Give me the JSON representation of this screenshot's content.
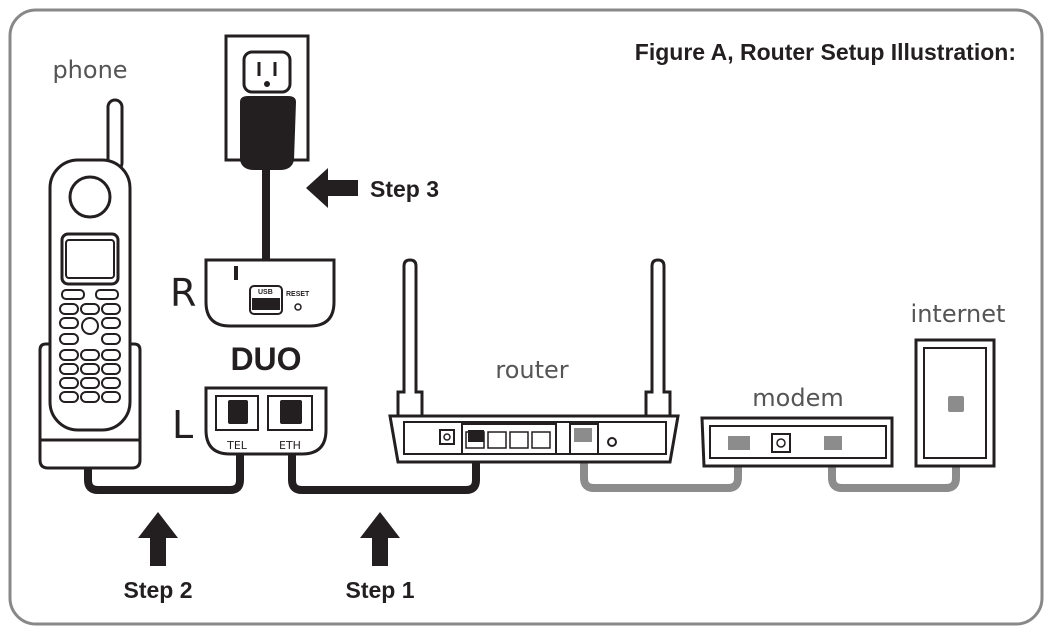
{
  "figure": {
    "title": "Figure A, Router Setup Illustration:"
  },
  "labels": {
    "phone": "phone",
    "router": "router",
    "modem": "modem",
    "internet": "internet",
    "duo": "DUO",
    "duo_side_r": "R",
    "duo_side_l": "L",
    "port_tel": "TEL",
    "port_eth": "ETH",
    "port_usb": "USB",
    "port_reset": "RESET"
  },
  "steps": {
    "step1": "Step 1",
    "step2": "Step 2",
    "step3": "Step 3"
  },
  "colors": {
    "frame": "#888888",
    "dark_cable": "#231f20",
    "gray_cable": "#8c8c8c",
    "line": "#231f20"
  }
}
